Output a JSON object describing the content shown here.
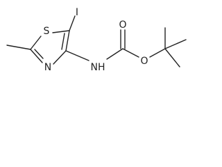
{
  "molecule": {
    "atoms": {
      "iodine": "I",
      "sulfur": "S",
      "ring_nitrogen": "N",
      "amide_nitrogen": "NH",
      "carbonyl_oxygen": "O",
      "ester_oxygen": "O"
    }
  }
}
